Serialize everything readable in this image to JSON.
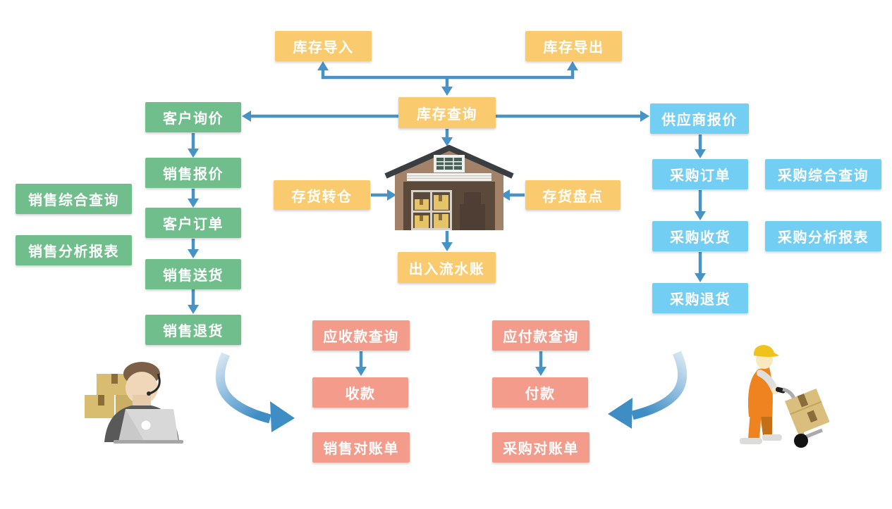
{
  "diagram": {
    "type": "flowchart",
    "language": "zh-CN",
    "background": "#FFFFFF",
    "palette": {
      "inventory_yellow": "#FACB6E",
      "sales_green": "#6FBE8B",
      "purchase_blue": "#73CEF4",
      "finance_salmon": "#F49C8C",
      "arrow_blue": "#4793C7",
      "label_text": "#FFFFFF"
    },
    "icons": [
      {
        "name": "warehouse-icon",
        "description": "warehouse building with shelves of boxes"
      },
      {
        "name": "sales-agent-icon",
        "description": "customer-service person with headset, laptop and boxes"
      },
      {
        "name": "delivery-worker-icon",
        "description": "worker in orange overalls pushing hand truck with boxes"
      },
      {
        "name": "curved-flow-arrow",
        "description": "thick curved gradient arrow"
      }
    ]
  },
  "nodes": [
    {
      "id": "inventory-import",
      "label": "库存导入",
      "color": "inventory_yellow"
    },
    {
      "id": "inventory-export",
      "label": "库存导出",
      "color": "inventory_yellow"
    },
    {
      "id": "inventory-query",
      "label": "库存查询",
      "color": "inventory_yellow"
    },
    {
      "id": "customer-inquiry",
      "label": "客户询价",
      "color": "sales_green"
    },
    {
      "id": "supplier-quote",
      "label": "供应商报价",
      "color": "purchase_blue"
    },
    {
      "id": "sales-quote",
      "label": "销售报价",
      "color": "sales_green"
    },
    {
      "id": "sales-general-query",
      "label": "销售综合查询",
      "color": "sales_green"
    },
    {
      "id": "customer-order",
      "label": "客户订单",
      "color": "sales_green"
    },
    {
      "id": "sales-analysis-report",
      "label": "销售分析报表",
      "color": "sales_green"
    },
    {
      "id": "sales-delivery",
      "label": "销售送货",
      "color": "sales_green"
    },
    {
      "id": "sales-return",
      "label": "销售退货",
      "color": "sales_green"
    },
    {
      "id": "stock-transfer",
      "label": "存货转仓",
      "color": "inventory_yellow"
    },
    {
      "id": "stock-count",
      "label": "存货盘点",
      "color": "inventory_yellow"
    },
    {
      "id": "inout-ledger",
      "label": "出入流水账",
      "color": "inventory_yellow"
    },
    {
      "id": "purchase-order",
      "label": "采购订单",
      "color": "purchase_blue"
    },
    {
      "id": "purchase-general-query",
      "label": "采购综合查询",
      "color": "purchase_blue"
    },
    {
      "id": "purchase-receive",
      "label": "采购收货",
      "color": "purchase_blue"
    },
    {
      "id": "purchase-analysis-report",
      "label": "采购分析报表",
      "color": "purchase_blue"
    },
    {
      "id": "purchase-return",
      "label": "采购退货",
      "color": "purchase_blue"
    },
    {
      "id": "receivables-query",
      "label": "应收款查询",
      "color": "finance_salmon"
    },
    {
      "id": "receipt",
      "label": "收款",
      "color": "finance_salmon"
    },
    {
      "id": "sales-statement",
      "label": "销售对账单",
      "color": "finance_salmon"
    },
    {
      "id": "payables-query",
      "label": "应付款查询",
      "color": "finance_salmon"
    },
    {
      "id": "payment",
      "label": "付款",
      "color": "finance_salmon"
    },
    {
      "id": "purchase-statement",
      "label": "采购对账单",
      "color": "finance_salmon"
    }
  ],
  "edges": [
    {
      "from": "inventory-query",
      "to": "inventory-import"
    },
    {
      "from": "inventory-query",
      "to": "inventory-export"
    },
    {
      "from": "inventory-query",
      "to": "customer-inquiry"
    },
    {
      "from": "inventory-query",
      "to": "supplier-quote"
    },
    {
      "from": "inventory-query",
      "to": "warehouse"
    },
    {
      "from": "customer-inquiry",
      "to": "sales-quote"
    },
    {
      "from": "sales-quote",
      "to": "customer-order"
    },
    {
      "from": "customer-order",
      "to": "sales-delivery"
    },
    {
      "from": "sales-delivery",
      "to": "sales-return"
    },
    {
      "from": "supplier-quote",
      "to": "purchase-order"
    },
    {
      "from": "purchase-order",
      "to": "purchase-receive"
    },
    {
      "from": "purchase-receive",
      "to": "purchase-return"
    },
    {
      "from": "stock-transfer",
      "to": "warehouse"
    },
    {
      "from": "stock-count",
      "to": "warehouse"
    },
    {
      "from": "warehouse",
      "to": "inout-ledger"
    },
    {
      "from": "receivables-query",
      "to": "receipt"
    },
    {
      "from": "payables-query",
      "to": "payment"
    },
    {
      "from": "sales-flow",
      "to": "finance-receivables",
      "style": "curved"
    },
    {
      "from": "purchase-flow",
      "to": "finance-payables",
      "style": "curved"
    }
  ]
}
